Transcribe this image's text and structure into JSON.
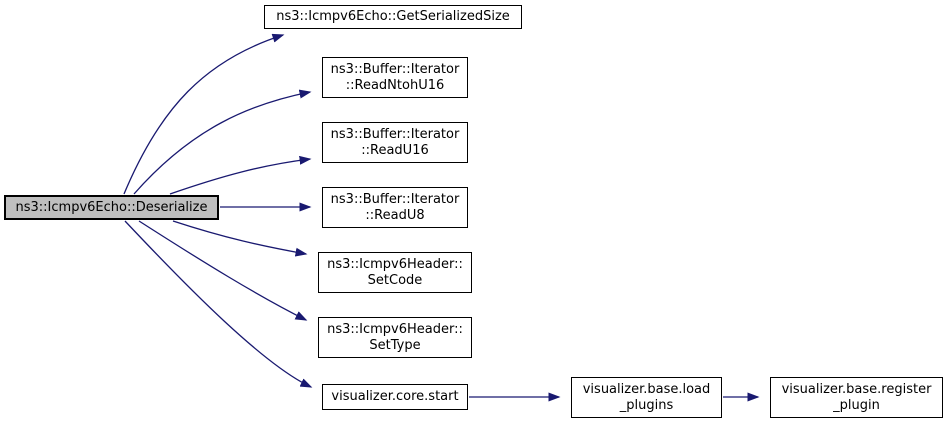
{
  "diagram": {
    "type": "doxygen-call-graph",
    "colors": {
      "edge": "#191970",
      "node_border": "#000000",
      "node_fill": "#ffffff",
      "focus_node_fill": "#bfbfbf",
      "background": "#ffffff"
    },
    "nodes": {
      "deserialize": {
        "label": "ns3::Icmpv6Echo::Deserialize"
      },
      "get_serialized_size": {
        "label": "ns3::Icmpv6Echo::GetSerializedSize"
      },
      "read_ntoh_u16": {
        "line1": "ns3::Buffer::Iterator",
        "line2": "::ReadNtohU16"
      },
      "read_u16": {
        "line1": "ns3::Buffer::Iterator",
        "line2": "::ReadU16"
      },
      "read_u8": {
        "line1": "ns3::Buffer::Iterator",
        "line2": "::ReadU8"
      },
      "set_code": {
        "line1": "ns3::Icmpv6Header::",
        "line2": "SetCode"
      },
      "set_type": {
        "line1": "ns3::Icmpv6Header::",
        "line2": "SetType"
      },
      "core_start": {
        "label": "visualizer.core.start"
      },
      "load_plugins": {
        "line1": "visualizer.base.load",
        "line2": "_plugins"
      },
      "register_plugin": {
        "line1": "visualizer.base.register",
        "line2": "_plugin"
      }
    },
    "edges": [
      {
        "from": "ns3::Icmpv6Echo::Deserialize",
        "to": "ns3::Icmpv6Echo::GetSerializedSize"
      },
      {
        "from": "ns3::Icmpv6Echo::Deserialize",
        "to": "ns3::Buffer::Iterator::ReadNtohU16"
      },
      {
        "from": "ns3::Icmpv6Echo::Deserialize",
        "to": "ns3::Buffer::Iterator::ReadU16"
      },
      {
        "from": "ns3::Icmpv6Echo::Deserialize",
        "to": "ns3::Buffer::Iterator::ReadU8"
      },
      {
        "from": "ns3::Icmpv6Echo::Deserialize",
        "to": "ns3::Icmpv6Header::SetCode"
      },
      {
        "from": "ns3::Icmpv6Echo::Deserialize",
        "to": "ns3::Icmpv6Header::SetType"
      },
      {
        "from": "ns3::Icmpv6Echo::Deserialize",
        "to": "visualizer.core.start"
      },
      {
        "from": "visualizer.core.start",
        "to": "visualizer.base.load_plugins"
      },
      {
        "from": "visualizer.base.load_plugins",
        "to": "visualizer.base.register_plugin"
      }
    ]
  }
}
